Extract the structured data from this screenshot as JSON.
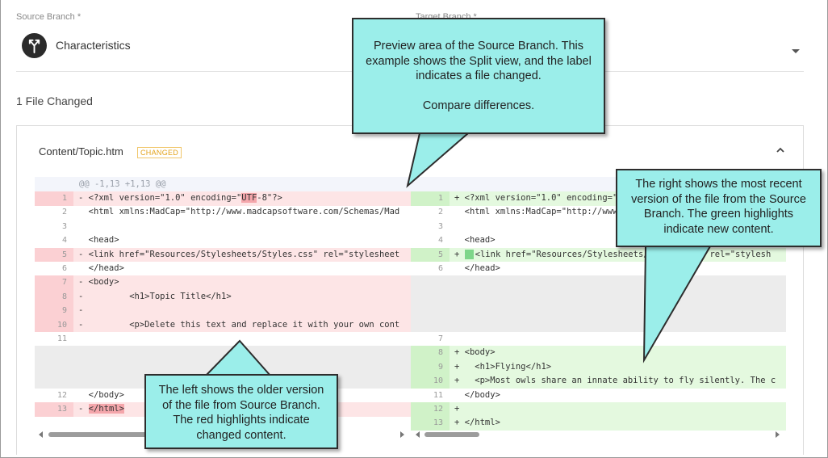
{
  "source_branch": {
    "label": "Source Branch *",
    "name": "Characteristics",
    "icon": "branch-icon"
  },
  "target_branch": {
    "label": "Target Branch *"
  },
  "summary": "1 File Changed",
  "file": {
    "name": "Content/Topic.htm",
    "badge": "CHANGED",
    "hunk_header": "@@ -1,13 +1,13 @@"
  },
  "diff_left": [
    {
      "type": "del",
      "ln": "1",
      "code": "- <?xml version=\"1.0\" encoding=\"",
      "hl": "UTF",
      "tail": "-8\"?>"
    },
    {
      "type": "ctx",
      "ln": "2",
      "code": "  <html xmlns:MadCap=\"http://www.madcapsoftware.com/Schemas/Mad"
    },
    {
      "type": "ctx",
      "ln": "3",
      "code": ""
    },
    {
      "type": "ctx",
      "ln": "4",
      "code": "  <head>"
    },
    {
      "type": "del",
      "ln": "5",
      "code": "- <link href=\"Resources/Stylesheets/Styles.css\" rel=\"stylesheet"
    },
    {
      "type": "ctx",
      "ln": "6",
      "code": "  </head>"
    },
    {
      "type": "del",
      "ln": "7",
      "code": "- <body>"
    },
    {
      "type": "del",
      "ln": "8",
      "code": "-         <h1>Topic Title</h1>"
    },
    {
      "type": "del",
      "ln": "9",
      "code": "-"
    },
    {
      "type": "del",
      "ln": "10",
      "code": "-         <p>Delete this text and replace it with your own cont"
    },
    {
      "type": "ctx",
      "ln": "11",
      "code": ""
    },
    {
      "type": "empty",
      "ln": "",
      "code": ""
    },
    {
      "type": "empty",
      "ln": "",
      "code": ""
    },
    {
      "type": "empty",
      "ln": "",
      "code": ""
    },
    {
      "type": "ctx",
      "ln": "12",
      "code": "  </body>"
    },
    {
      "type": "del",
      "ln": "13",
      "code": "- ",
      "hl": "</html>",
      "tail": ""
    }
  ],
  "diff_right": [
    {
      "type": "add",
      "ln": "1",
      "code": "+ <?xml version=\"1.0\" encoding=\"UTF-8\"?>"
    },
    {
      "type": "ctx",
      "ln": "2",
      "code": "  <html xmlns:MadCap=\"http://www.madcapsoftware.com/Schemas/Mad"
    },
    {
      "type": "ctx",
      "ln": "3",
      "code": ""
    },
    {
      "type": "ctx",
      "ln": "4",
      "code": "  <head>"
    },
    {
      "type": "add",
      "ln": "5",
      "code": "+ ",
      "block": true,
      "tail": "<link href=\"Resources/Stylesheets/Styles.css\" rel=\"stylesh"
    },
    {
      "type": "ctx",
      "ln": "6",
      "code": "  </head>"
    },
    {
      "type": "empty",
      "ln": "",
      "code": ""
    },
    {
      "type": "empty",
      "ln": "",
      "code": ""
    },
    {
      "type": "empty",
      "ln": "",
      "code": ""
    },
    {
      "type": "empty",
      "ln": "",
      "code": ""
    },
    {
      "type": "ctx",
      "ln": "7",
      "code": ""
    },
    {
      "type": "add",
      "ln": "8",
      "code": "+ <body>"
    },
    {
      "type": "add",
      "ln": "9",
      "code": "+   <h1>Flying</h1>"
    },
    {
      "type": "add",
      "ln": "10",
      "code": "+   <p>Most owls share an innate ability to fly silently. The c"
    },
    {
      "type": "ctx",
      "ln": "11",
      "code": "  </body>"
    },
    {
      "type": "add",
      "ln": "12",
      "code": "+"
    },
    {
      "type": "add",
      "ln": "13",
      "code": "+ </html>"
    }
  ],
  "callouts": {
    "preview": [
      "Preview area of the Source Branch. This example shows the Split view, and the label indicates a file changed.",
      "Compare differences."
    ],
    "right": [
      "The right shows the most recent version of the file from the Source Branch. The green highlights indicate new content."
    ],
    "left": [
      "The left shows the older version of the file from Source Branch. The red highlights indicate changed content."
    ]
  },
  "colors": {
    "deleted_bg": "#fde5e6",
    "added_bg": "#e4f9df",
    "callout_bg": "#9beeea",
    "badge": "#e3a21a"
  }
}
